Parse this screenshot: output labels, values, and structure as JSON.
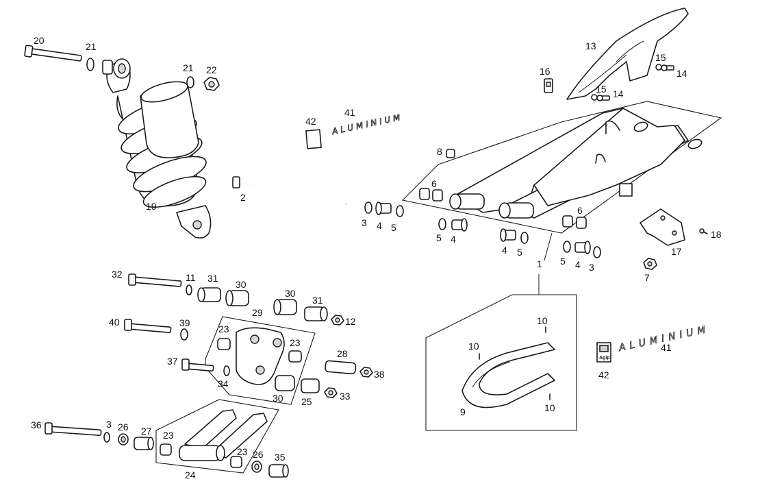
{
  "diagram": {
    "callouts": [
      {
        "id": "c-20a",
        "label": "20"
      },
      {
        "id": "c-21a",
        "label": "21"
      },
      {
        "id": "c-21b",
        "label": "21"
      },
      {
        "id": "c-22",
        "label": "22"
      },
      {
        "id": "c-19",
        "label": "19"
      },
      {
        "id": "c-2",
        "label": "2"
      },
      {
        "id": "c-3a",
        "label": "3"
      },
      {
        "id": "c-4a",
        "label": "4"
      },
      {
        "id": "c-5a",
        "label": "5"
      },
      {
        "id": "c-42a",
        "label": "42"
      },
      {
        "id": "c-41a",
        "label": "41"
      },
      {
        "id": "c-13",
        "label": "13"
      },
      {
        "id": "c-16",
        "label": "16"
      },
      {
        "id": "c-15a",
        "label": "15"
      },
      {
        "id": "c-14a",
        "label": "14"
      },
      {
        "id": "c-15b",
        "label": "15"
      },
      {
        "id": "c-14b",
        "label": "14"
      },
      {
        "id": "c-8",
        "label": "8"
      },
      {
        "id": "c-6a",
        "label": "6"
      },
      {
        "id": "c-6b",
        "label": "6"
      },
      {
        "id": "c-5b",
        "label": "5"
      },
      {
        "id": "c-4b",
        "label": "4"
      },
      {
        "id": "c-4c",
        "label": "4"
      },
      {
        "id": "c-5c",
        "label": "5"
      },
      {
        "id": "c-1",
        "label": "1"
      },
      {
        "id": "c-5d",
        "label": "5"
      },
      {
        "id": "c-4d",
        "label": "4"
      },
      {
        "id": "c-3b",
        "label": "3"
      },
      {
        "id": "c-18",
        "label": "18"
      },
      {
        "id": "c-17",
        "label": "17"
      },
      {
        "id": "c-7",
        "label": "7"
      },
      {
        "id": "c-32",
        "label": "32"
      },
      {
        "id": "c-11",
        "label": "11"
      },
      {
        "id": "c-31a",
        "label": "31"
      },
      {
        "id": "c-30a",
        "label": "30"
      },
      {
        "id": "c-30b",
        "label": "30"
      },
      {
        "id": "c-31b",
        "label": "31"
      },
      {
        "id": "c-12",
        "label": "12"
      },
      {
        "id": "c-40",
        "label": "40"
      },
      {
        "id": "c-39",
        "label": "39"
      },
      {
        "id": "c-29",
        "label": "29"
      },
      {
        "id": "c-23a",
        "label": "23"
      },
      {
        "id": "c-23b",
        "label": "23"
      },
      {
        "id": "c-37",
        "label": "37"
      },
      {
        "id": "c-34",
        "label": "34"
      },
      {
        "id": "c-30c",
        "label": "30"
      },
      {
        "id": "c-25",
        "label": "25"
      },
      {
        "id": "c-33",
        "label": "33"
      },
      {
        "id": "c-28",
        "label": "28"
      },
      {
        "id": "c-38",
        "label": "38"
      },
      {
        "id": "c-36",
        "label": "36"
      },
      {
        "id": "c-3c",
        "label": "3"
      },
      {
        "id": "c-26a",
        "label": "26"
      },
      {
        "id": "c-27",
        "label": "27"
      },
      {
        "id": "c-23c",
        "label": "23"
      },
      {
        "id": "c-23d",
        "label": "23"
      },
      {
        "id": "c-26b",
        "label": "26"
      },
      {
        "id": "c-35",
        "label": "35"
      },
      {
        "id": "c-24",
        "label": "24"
      },
      {
        "id": "c-10a",
        "label": "10"
      },
      {
        "id": "c-10b",
        "label": "10"
      },
      {
        "id": "c-9",
        "label": "9"
      },
      {
        "id": "c-10c",
        "label": "10"
      },
      {
        "id": "c-41b",
        "label": "41"
      },
      {
        "id": "c-42b",
        "label": "42"
      }
    ],
    "decals": {
      "aluminium_small": "ALUMINIUM",
      "aluminium_large": "ALUMINIUM",
      "agip_badge": "Agip"
    },
    "colors": {
      "line": "#1a1a1a",
      "fill": "#ffffff",
      "shade": "#d8d8d8"
    }
  }
}
